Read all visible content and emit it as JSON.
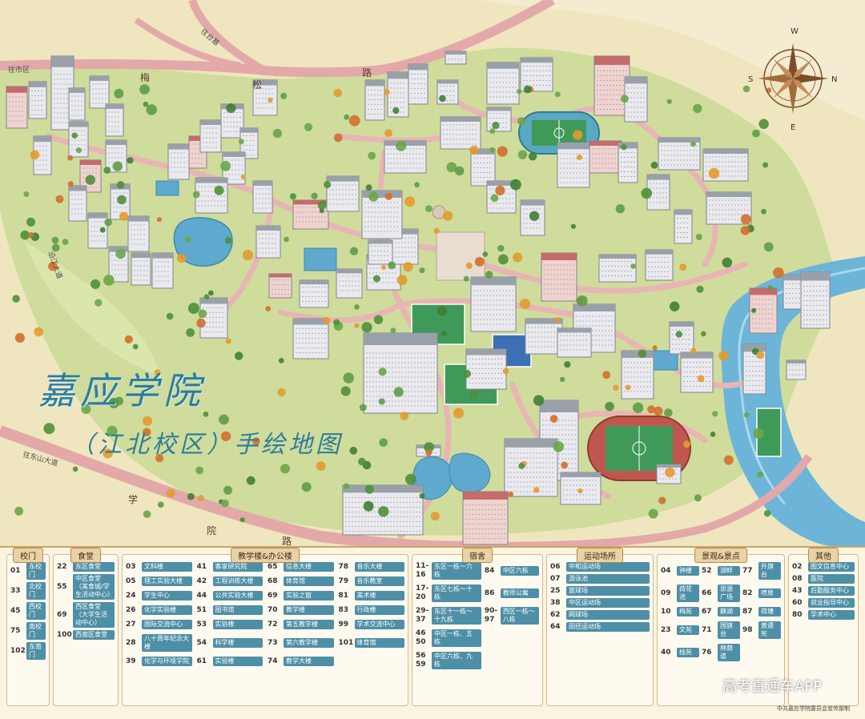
{
  "map": {
    "title": "嘉应学院",
    "subtitle": "（江北校区）手绘地图",
    "roads": {
      "top_road": [
        "梅",
        "松",
        "路"
      ],
      "bottom_road": [
        "学",
        "院",
        "路"
      ],
      "to_city": "往市区",
      "to_tai": "往台基",
      "to_dongshan": "往东山大道",
      "riverside": "沿江大道"
    },
    "compass": {
      "n": "N",
      "e": "E",
      "s": "S",
      "w": "W"
    },
    "colors": {
      "road": "#e3a9a9",
      "grass": "#c9d89a",
      "water": "#5fa9cf",
      "land": "#efe6bf",
      "building": "#e6e6ea",
      "roof": "#8a8f99",
      "track": "#c0574e",
      "pitch": "#3f9a59"
    }
  },
  "legend": {
    "columns": [
      {
        "key": "gates",
        "title": "校门",
        "items": [
          {
            "num": "01",
            "name": "东校门"
          },
          {
            "num": "33",
            "name": "北校门"
          },
          {
            "num": "45",
            "name": "西校门"
          },
          {
            "num": "75",
            "name": "南校门"
          },
          {
            "num": "102",
            "name": "东南门"
          }
        ]
      },
      {
        "key": "canteen",
        "title": "食堂",
        "items": [
          {
            "num": "22",
            "name": "东区食堂"
          },
          {
            "num": "55",
            "name": "中区食堂（美食城/学生活动中心）"
          },
          {
            "num": "69",
            "name": "西区食堂（大学生活动中心）"
          },
          {
            "num": "100",
            "name": "西南区食堂"
          }
        ]
      },
      {
        "key": "teaching",
        "title": "教学楼&办公楼",
        "items": [
          {
            "num": "03",
            "name": "文科楼"
          },
          {
            "num": "05",
            "name": "理工实验大楼"
          },
          {
            "num": "24",
            "name": "学生中心"
          },
          {
            "num": "26",
            "name": "化学实验楼"
          },
          {
            "num": "27",
            "name": "国际交流中心"
          },
          {
            "num": "28",
            "name": "八十周年纪念大楼"
          },
          {
            "num": "39",
            "name": "化学与环境学院"
          },
          {
            "num": "41",
            "name": "客家研究院"
          },
          {
            "num": "42",
            "name": "工程训练大楼"
          },
          {
            "num": "44",
            "name": "公共实验大楼"
          },
          {
            "num": "51",
            "name": "图书馆"
          },
          {
            "num": "53",
            "name": "实验楼"
          },
          {
            "num": "54",
            "name": "科学楼"
          },
          {
            "num": "61",
            "name": "实验楼"
          },
          {
            "num": "65",
            "name": "信息大楼"
          },
          {
            "num": "68",
            "name": "体育馆"
          },
          {
            "num": "69",
            "name": "实验之窗"
          },
          {
            "num": "70",
            "name": "教学楼"
          },
          {
            "num": "72",
            "name": "第五教学楼"
          },
          {
            "num": "73",
            "name": "第六教学楼"
          },
          {
            "num": "74",
            "name": "教学大楼"
          },
          {
            "num": "78",
            "name": "音乐大楼"
          },
          {
            "num": "79",
            "name": "音乐教室"
          },
          {
            "num": "81",
            "name": "美术楼"
          },
          {
            "num": "83",
            "name": "行政楼"
          },
          {
            "num": "99",
            "name": "学术交流中心"
          },
          {
            "num": "101",
            "name": "体育馆"
          }
        ]
      },
      {
        "key": "dorm",
        "title": "宿舍",
        "items": [
          {
            "num": "11-16",
            "name": "东区一栋～六栋"
          },
          {
            "num": "17-20",
            "name": "东区七栋～十栋"
          },
          {
            "num": "29-37",
            "name": "东区十一栋～十九栋"
          },
          {
            "num": "46 50",
            "name": "中区一栋、五栋"
          },
          {
            "num": "56 59",
            "name": "中区六栋、九栋"
          },
          {
            "num": "84",
            "name": "中区六栋"
          },
          {
            "num": "86",
            "name": "教师公寓"
          },
          {
            "num": "90-97",
            "name": "西区一栋～八栋"
          }
        ]
      },
      {
        "key": "sports",
        "title": "运动场所",
        "items": [
          {
            "num": "06",
            "name": "中和运动场"
          },
          {
            "num": "07",
            "name": "游泳池"
          },
          {
            "num": "25",
            "name": "篮球场"
          },
          {
            "num": "38",
            "name": "中区运动场"
          },
          {
            "num": "62",
            "name": "网球场"
          },
          {
            "num": "64",
            "name": "田径运动场"
          }
        ]
      },
      {
        "key": "scenery",
        "title": "景观&景点",
        "items": [
          {
            "num": "04",
            "name": "钟楼"
          },
          {
            "num": "09",
            "name": "荷花池"
          },
          {
            "num": "10",
            "name": "梅苑"
          },
          {
            "num": "23",
            "name": "文苑"
          },
          {
            "num": "40",
            "name": "桂苑"
          },
          {
            "num": "52",
            "name": "湖畔"
          },
          {
            "num": "66",
            "name": "思源广场"
          },
          {
            "num": "67",
            "name": "静湖"
          },
          {
            "num": "71",
            "name": "国旗台"
          },
          {
            "num": "76",
            "name": "林荫道"
          },
          {
            "num": "77",
            "name": "升旗台"
          },
          {
            "num": "82",
            "name": "喷泉"
          },
          {
            "num": "87",
            "name": "荷塘"
          },
          {
            "num": "98",
            "name": "黄遵宪"
          }
        ]
      },
      {
        "key": "other",
        "title": "其他",
        "items": [
          {
            "num": "02",
            "name": "图文信息中心"
          },
          {
            "num": "08",
            "name": "医院"
          },
          {
            "num": "43",
            "name": "后勤服务中心"
          },
          {
            "num": "60",
            "name": "就业指导中心"
          },
          {
            "num": "80",
            "name": "学术中心"
          }
        ]
      }
    ]
  },
  "watermark": "高考直通车APP",
  "copyright": "中共嘉应学院委员会宣传部制"
}
